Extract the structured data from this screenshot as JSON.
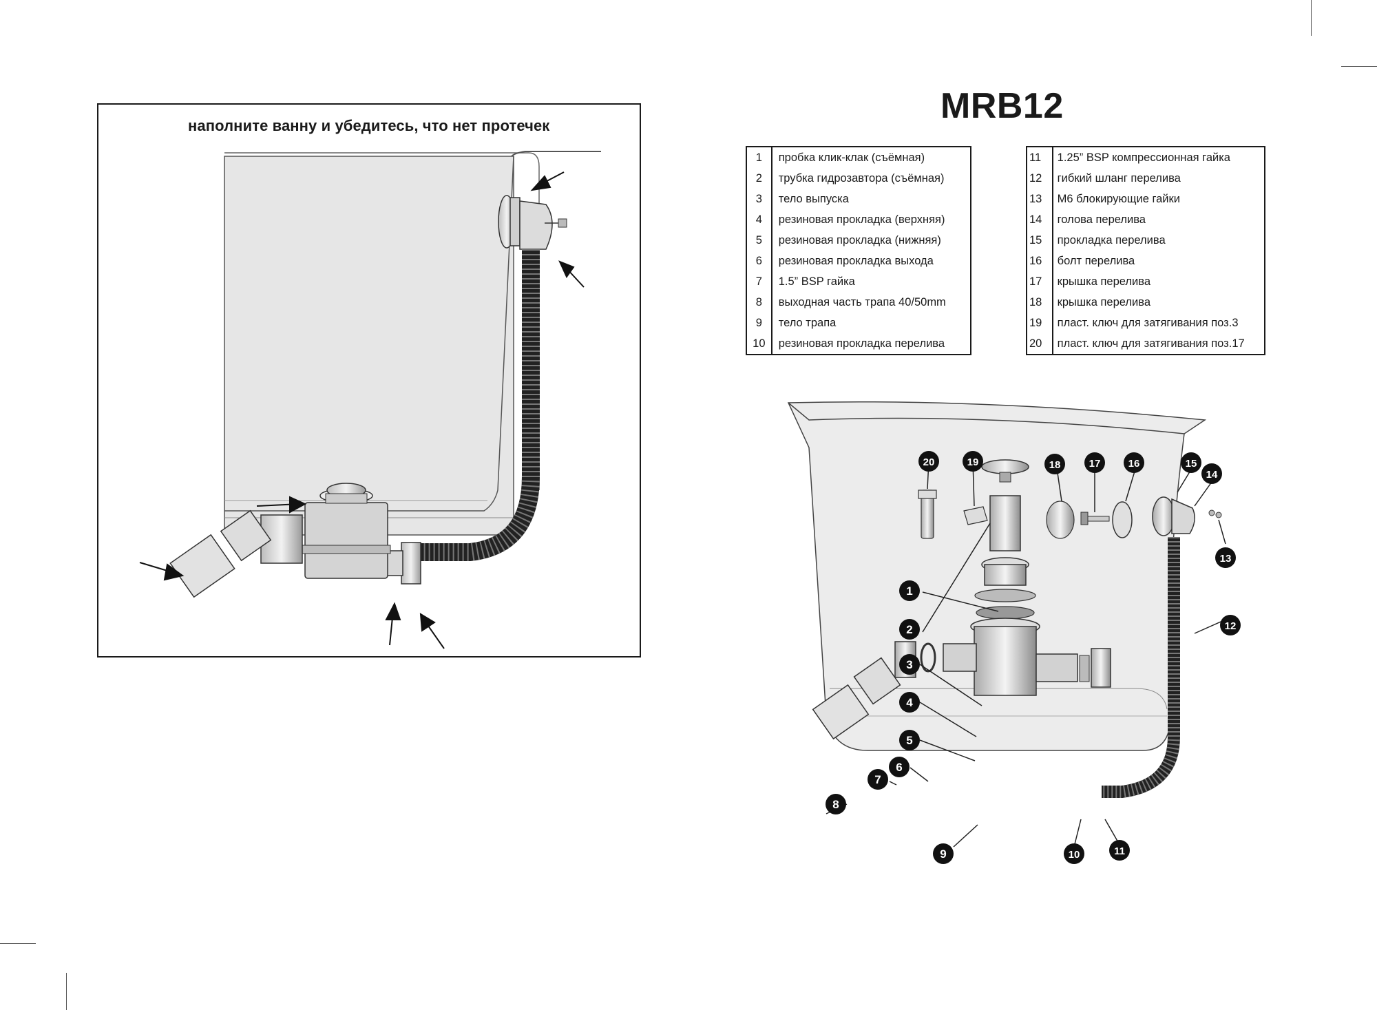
{
  "page": {
    "model": "MRB12",
    "left_caption": "наполните ванну и убедитесь, что нет протечек"
  },
  "parts_left": [
    {
      "num": "1",
      "text": "пробка клик-клак (съёмная)"
    },
    {
      "num": "2",
      "text": "трубка гидрозавтора (съёмная)"
    },
    {
      "num": "3",
      "text": "тело выпуска"
    },
    {
      "num": "4",
      "text": "резиновая прокладка (верхняя)"
    },
    {
      "num": "5",
      "text": "резиновая прокладка (нижняя)"
    },
    {
      "num": "6",
      "text": "резиновая прокладка выхода"
    },
    {
      "num": "7",
      "text": "1.5” BSP гайка"
    },
    {
      "num": "8",
      "text": "выходная часть трапа 40/50mm"
    },
    {
      "num": "9",
      "text": "тело трапа"
    },
    {
      "num": "10",
      "text": "резиновая прокладка перелива"
    }
  ],
  "parts_right": [
    {
      "num": "11",
      "text": "1.25”  BSP компрессионная гайка"
    },
    {
      "num": "12",
      "text": "гибкий шланг перелива"
    },
    {
      "num": "13",
      "text": "М6 блокирующие гайки"
    },
    {
      "num": "14",
      "text": "голова перелива"
    },
    {
      "num": "15",
      "text": "прокладка перелива"
    },
    {
      "num": "16",
      "text": "болт перелива"
    },
    {
      "num": "17",
      "text": "крышка перелива"
    },
    {
      "num": "18",
      "text": "крышка перелива"
    },
    {
      "num": "19",
      "text": "пласт. ключ для затягивания поз.3"
    },
    {
      "num": "20",
      "text": "пласт. ключ для затягивания поз.17"
    }
  ],
  "callouts": [
    "1",
    "2",
    "3",
    "4",
    "5",
    "6",
    "7",
    "8",
    "9",
    "10",
    "11",
    "12",
    "13",
    "14",
    "15",
    "16",
    "17",
    "18",
    "19",
    "20"
  ]
}
